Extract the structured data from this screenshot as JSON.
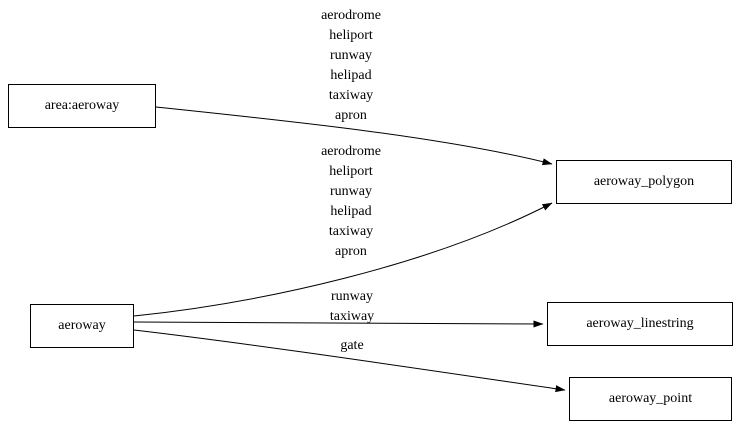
{
  "diagram": {
    "type": "directed-graph",
    "nodes": [
      {
        "id": "area_aeroway",
        "label": "area:aeroway"
      },
      {
        "id": "aeroway",
        "label": "aeroway"
      },
      {
        "id": "aeroway_polygon",
        "label": "aeroway_polygon"
      },
      {
        "id": "aeroway_linestring",
        "label": "aeroway_linestring"
      },
      {
        "id": "aeroway_point",
        "label": "aeroway_point"
      }
    ],
    "edges": [
      {
        "from": "area:aeroway",
        "to": "aeroway_polygon",
        "labels": [
          "aerodrome",
          "heliport",
          "runway",
          "helipad",
          "taxiway",
          "apron"
        ]
      },
      {
        "from": "aeroway",
        "to": "aeroway_polygon",
        "labels": [
          "aerodrome",
          "heliport",
          "runway",
          "helipad",
          "taxiway",
          "apron"
        ]
      },
      {
        "from": "aeroway",
        "to": "aeroway_linestring",
        "labels": [
          "runway",
          "taxiway"
        ]
      },
      {
        "from": "aeroway",
        "to": "aeroway_point",
        "labels": [
          "gate"
        ]
      }
    ],
    "colors": {
      "stroke": "#000000",
      "fill": "#ffffff",
      "text": "#000000"
    }
  }
}
